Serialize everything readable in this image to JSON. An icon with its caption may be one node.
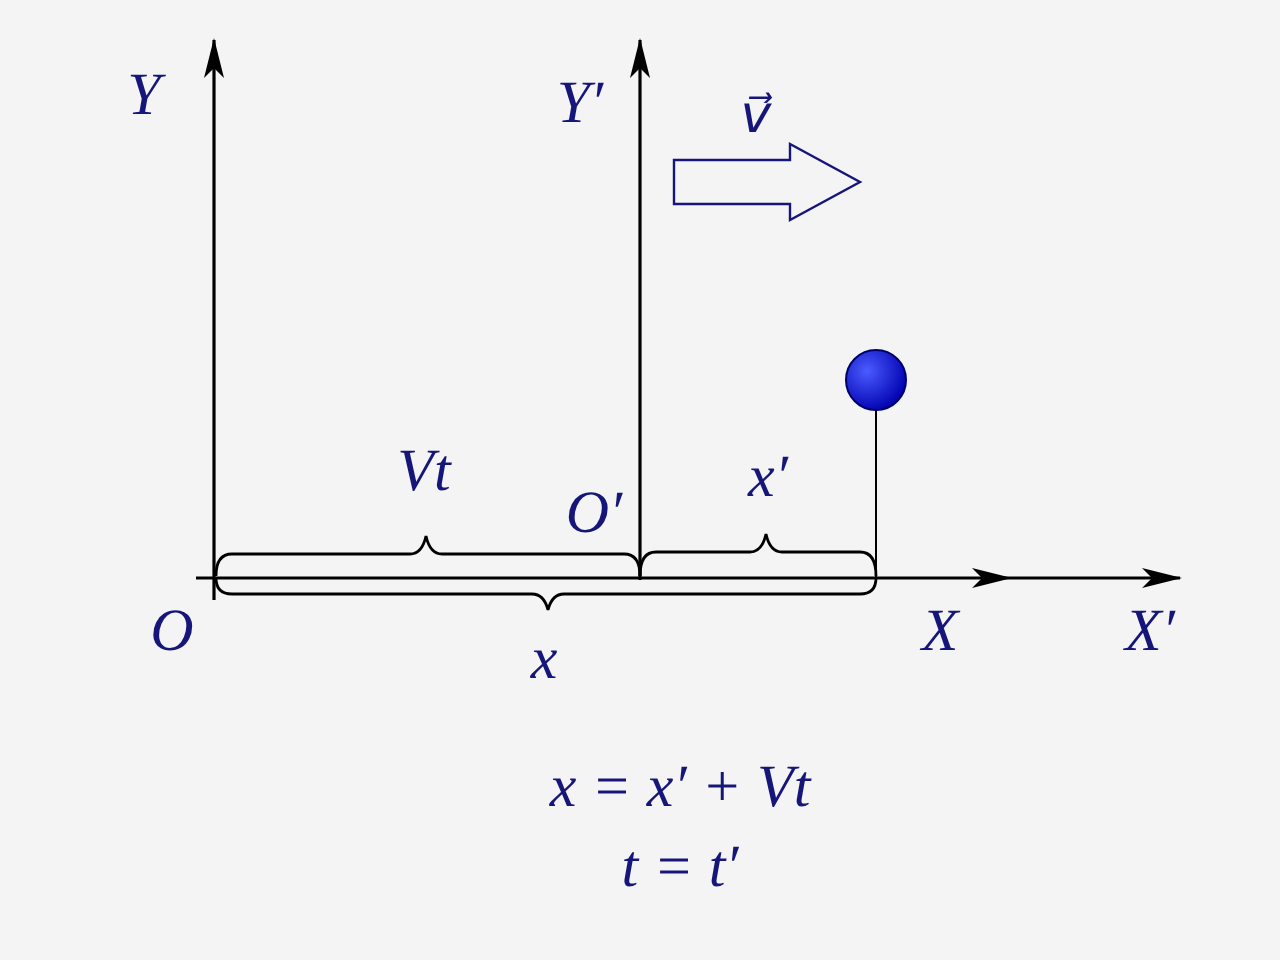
{
  "diagram": {
    "labels": [
      "Y",
      "Y′",
      "v⃗",
      "Vt",
      "O′",
      "x′",
      "O",
      "x",
      "X",
      "X′",
      "x = x′ + Vt",
      "t = t′"
    ]
  }
}
